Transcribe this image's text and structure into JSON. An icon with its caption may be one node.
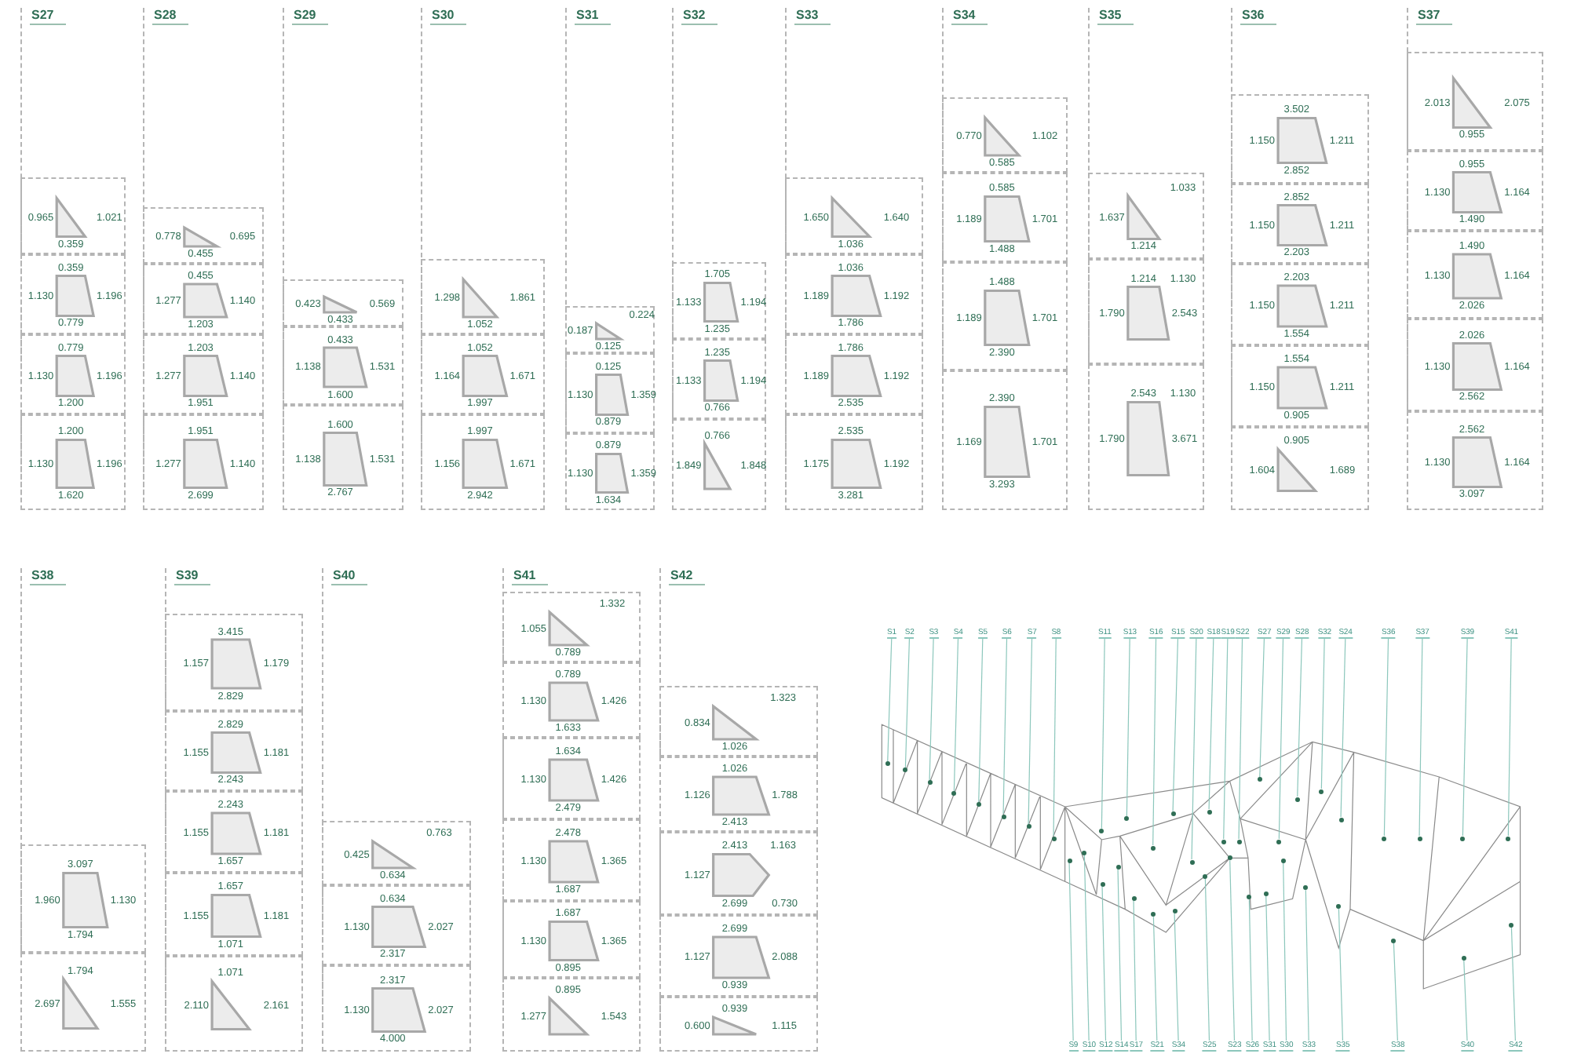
{
  "diagram": {
    "nodes": [
      {
        "text": [
          "S27"
        ]
      },
      {
        "text": [
          "0.965",
          "1.021",
          "0.359"
        ],
        "in": 0
      },
      {
        "text": [
          "0.359",
          "1.130",
          "1.196",
          "0.779"
        ],
        "in": 0
      },
      {
        "text": [
          "0.779",
          "1.130",
          "1.196",
          "1.200"
        ],
        "in": 0
      },
      {
        "text": [
          "1.200",
          "1.130",
          "1.196",
          "1.620"
        ],
        "in": 0
      },
      {
        "text": [
          "S28"
        ]
      },
      {
        "text": [
          "0.778",
          "0.695",
          "0.455"
        ],
        "in": 5
      },
      {
        "text": [
          "0.455",
          "1.277",
          "1.140",
          "1.203"
        ],
        "in": 5
      },
      {
        "text": [
          "1.203",
          "1.277",
          "1.140",
          "1.951"
        ],
        "in": 5
      },
      {
        "text": [
          "1.951",
          "1.277",
          "1.140",
          "2.699"
        ],
        "in": 5
      },
      {
        "text": [
          "S29"
        ]
      },
      {
        "text": [
          "0.423",
          "0.569",
          "0.433"
        ],
        "in": 10
      },
      {
        "text": [
          "1.138",
          "0.433",
          "1.531",
          "1.600"
        ],
        "in": 10
      },
      {
        "text": [
          "1.138",
          "1.600",
          "1.531",
          "2.767"
        ],
        "in": 10
      },
      {
        "text": [
          "S30"
        ]
      },
      {
        "text": [
          "1.298",
          "1.861",
          "1.052"
        ],
        "in": 14
      },
      {
        "text": [
          "1.052",
          "1.164",
          "1.671",
          "1.997"
        ],
        "in": 14
      },
      {
        "text": [
          "1.997",
          "1.156",
          "1.671",
          "2.942"
        ],
        "in": 14
      },
      {
        "text": [
          "S31"
        ]
      },
      {
        "text": [
          "0.224",
          "0.187",
          "0.125"
        ],
        "in": 18
      },
      {
        "text": [
          "0.125",
          "1.130",
          "1.359",
          "0.879"
        ],
        "in": 18
      },
      {
        "text": [
          "0.879",
          "1.130",
          "1.359",
          "1.634"
        ],
        "in": 18
      },
      {
        "text": [
          "S32"
        ]
      },
      {
        "text": [
          "1.705",
          "1.133",
          "1.194",
          "1.235"
        ],
        "in": 22
      },
      {
        "text": [
          "1.235",
          "1.133",
          "1.194",
          "0.766"
        ],
        "in": 22
      },
      {
        "text": [
          "0.766",
          "1.849",
          "1.848"
        ],
        "in": 22
      },
      {
        "text": [
          "S33"
        ]
      },
      {
        "text": [
          "1.650",
          "1.640",
          "1.036"
        ],
        "in": 26
      },
      {
        "text": [
          "1.189",
          "1.036",
          "1.192",
          "1.786"
        ],
        "in": 26
      },
      {
        "text": [
          "1.189",
          "1.786",
          "1.192",
          "2.535"
        ],
        "in": 26
      },
      {
        "text": [
          "1.175",
          "2.535",
          "1.192",
          "3.281"
        ],
        "in": 26
      },
      {
        "text": [
          "S34"
        ]
      },
      {
        "text": [
          "0.770",
          "1.102",
          "0.585"
        ],
        "in": 31
      },
      {
        "text": [
          "1.189",
          "0.585",
          "1.701",
          "1.488"
        ],
        "in": 31
      },
      {
        "text": [
          "1.189",
          "1.488",
          "1.701",
          "2.390"
        ],
        "in": 31
      },
      {
        "text": [
          "1.169",
          "2.390",
          "1.701",
          "3.293"
        ],
        "in": 31
      },
      {
        "text": [
          "S35"
        ]
      },
      {
        "text": [
          "1.033",
          "1.637",
          "1.214"
        ],
        "in": 36
      },
      {
        "text": [
          "1.214",
          "1.130",
          "1.790",
          "2.543"
        ],
        "in": 36
      },
      {
        "text": [
          "2.543",
          "1.130",
          "1.790",
          "3.671"
        ],
        "in": 36
      },
      {
        "text": [
          "S36"
        ]
      },
      {
        "text": [
          "3.502",
          "1.150",
          "1.211",
          "2.852"
        ],
        "in": 40
      },
      {
        "text": [
          "2.852",
          "1.150",
          "1.211",
          "2.203"
        ],
        "in": 40
      },
      {
        "text": [
          "2.203",
          "1.150",
          "1.211",
          "1.554"
        ],
        "in": 40
      },
      {
        "text": [
          "1.554",
          "1.150",
          "1.211",
          "0.905"
        ],
        "in": 40
      },
      {
        "text": [
          "0.905",
          "1.604",
          "1.689"
        ],
        "in": 40
      },
      {
        "text": [
          "S37"
        ]
      },
      {
        "text": [
          "2.013",
          "2.075",
          "0.955"
        ],
        "in": 46
      },
      {
        "text": [
          "1.130",
          "0.955",
          "1.164",
          "1.490"
        ],
        "in": 46
      },
      {
        "text": [
          "1.130",
          "1.490",
          "1.164",
          "2.026"
        ],
        "in": 46
      },
      {
        "text": [
          "1.130",
          "2.026",
          "1.164",
          "2.562"
        ],
        "in": 46
      },
      {
        "text": [
          "1.130",
          "2.562",
          "1.164",
          "3.097"
        ],
        "in": 46
      },
      {
        "text": [
          "S38"
        ]
      },
      {
        "text": [
          "3.097",
          "1.960",
          "1.130",
          "1.794"
        ],
        "in": 52
      },
      {
        "text": [
          "1.794",
          "2.697",
          "1.555"
        ],
        "in": 52
      },
      {
        "text": [
          "S39"
        ]
      },
      {
        "text": [
          "3.415",
          "1.157",
          "1.179",
          "2.829"
        ],
        "in": 55
      },
      {
        "text": [
          "2.829",
          "1.155",
          "1.181",
          "2.243"
        ],
        "in": 55
      },
      {
        "text": [
          "2.243",
          "1.155",
          "1.181",
          "1.657"
        ],
        "in": 55
      },
      {
        "text": [
          "1.657",
          "1.155",
          "1.181",
          "1.071"
        ],
        "in": 55
      },
      {
        "text": [
          "1.071",
          "2.110",
          "2.161"
        ],
        "in": 55
      },
      {
        "text": [
          "S40"
        ]
      },
      {
        "text": [
          "0.763",
          "0.425",
          "0.634"
        ],
        "in": 61
      },
      {
        "text": [
          "0.634",
          "2.027",
          "1.130",
          "2.317"
        ],
        "in": 61
      },
      {
        "text": [
          "2.317",
          "2.027",
          "1.130",
          "4.000"
        ],
        "in": 61
      },
      {
        "text": [
          "S41"
        ]
      },
      {
        "text": [
          "1.332",
          "1.055",
          "0.789"
        ],
        "in": 65
      },
      {
        "text": [
          "0.789",
          "1.130",
          "1.426",
          "1.633"
        ],
        "in": 65
      },
      {
        "text": [
          "1.634",
          "1.130",
          "1.426",
          "2.479"
        ],
        "in": 65
      },
      {
        "text": [
          "2.478",
          "1.130",
          "1.365",
          "1.687"
        ],
        "in": 65
      },
      {
        "text": [
          "1.687",
          "1.130",
          "1.365",
          "0.895"
        ],
        "in": 65
      },
      {
        "text": [
          "0.895",
          "1.277",
          "1.543"
        ],
        "in": 65
      },
      {
        "text": [
          "S42"
        ]
      },
      {
        "text": [
          "1.323",
          "0.834",
          "1.026"
        ],
        "in": 72
      },
      {
        "text": [
          "1.026",
          "1.126",
          "1.788",
          "2.413"
        ],
        "in": 72
      },
      {
        "text": [
          "2.413",
          "1.163",
          "1.127",
          "2.699",
          "0.730"
        ],
        "in": 72
      },
      {
        "text": [
          "2.699",
          "1.127",
          "2.088",
          "0.939"
        ],
        "in": 72
      },
      {
        "text": [
          "0.939",
          "0.600",
          "1.115"
        ],
        "in": 72
      },
      {
        "text": [
          "S1"
        ]
      },
      {
        "text": [
          "S2"
        ]
      },
      {
        "text": [
          "S3"
        ]
      },
      {
        "text": [
          "S4"
        ]
      },
      {
        "text": [
          "S5"
        ]
      },
      {
        "text": [
          "S6"
        ]
      },
      {
        "text": [
          "S7"
        ]
      },
      {
        "text": [
          "S8"
        ]
      },
      {
        "text": [
          "S11"
        ]
      },
      {
        "text": [
          "S13"
        ]
      },
      {
        "text": [
          "S16"
        ]
      },
      {
        "text": [
          "S15"
        ]
      },
      {
        "text": [
          "S20"
        ]
      },
      {
        "text": [
          "S18"
        ]
      },
      {
        "text": [
          "S19"
        ]
      },
      {
        "text": [
          "S22"
        ]
      },
      {
        "text": [
          "S27"
        ]
      },
      {
        "text": [
          "S29"
        ]
      },
      {
        "text": [
          "S28"
        ]
      },
      {
        "text": [
          "S32"
        ]
      },
      {
        "text": [
          "S24"
        ]
      },
      {
        "text": [
          "S36"
        ]
      },
      {
        "text": [
          "S37"
        ]
      },
      {
        "text": [
          "S39"
        ]
      },
      {
        "text": [
          "S41"
        ]
      },
      {
        "text": [],
        "shape": "circle"
      },
      {
        "text": [],
        "shape": "circle"
      },
      {
        "text": [],
        "shape": "circle"
      },
      {
        "text": [],
        "shape": "circle"
      },
      {
        "text": [],
        "shape": "circle"
      },
      {
        "text": [],
        "shape": "circle"
      },
      {
        "text": [],
        "shape": "circle"
      },
      {
        "text": [],
        "shape": "circle"
      },
      {
        "text": [],
        "shape": "circle"
      },
      {
        "text": [],
        "shape": "circle"
      },
      {
        "text": [],
        "shape": "circle"
      },
      {
        "text": [],
        "shape": "circle"
      },
      {
        "text": [],
        "shape": "circle"
      },
      {
        "text": [],
        "shape": "circle"
      },
      {
        "text": [],
        "shape": "circle"
      },
      {
        "text": [],
        "shape": "circle"
      },
      {
        "text": [],
        "shape": "circle"
      },
      {
        "text": [],
        "shape": "circle"
      },
      {
        "text": [],
        "shape": "circle"
      },
      {
        "text": [],
        "shape": "circle"
      },
      {
        "text": [],
        "shape": "circle"
      },
      {
        "text": [],
        "shape": "circle"
      },
      {
        "text": [],
        "shape": "circle"
      },
      {
        "text": [],
        "shape": "circle"
      },
      {
        "text": [],
        "shape": "circle"
      },
      {
        "text": [],
        "shape": "circle"
      },
      {
        "text": [],
        "shape": "circle"
      },
      {
        "text": [],
        "shape": "circle"
      },
      {
        "text": [],
        "shape": "circle"
      },
      {
        "text": [],
        "shape": "circle"
      },
      {
        "text": [],
        "shape": "circle"
      },
      {
        "text": [],
        "shape": "circle"
      },
      {
        "text": [],
        "shape": "circle"
      },
      {
        "text": [],
        "shape": "circle"
      },
      {
        "text": [],
        "shape": "circle"
      },
      {
        "text": [],
        "shape": "circle"
      },
      {
        "text": [],
        "shape": "circle"
      },
      {
        "text": [],
        "shape": "circle"
      },
      {
        "text": [],
        "shape": "circle"
      },
      {
        "text": [],
        "shape": "circle"
      },
      {
        "text": [],
        "shape": "circle"
      },
      {
        "text": [],
        "shape": "circle"
      },
      {
        "text": [
          "S9"
        ]
      },
      {
        "text": [
          "S10"
        ]
      },
      {
        "text": [
          "S12"
        ]
      },
      {
        "text": [
          "S14"
        ]
      },
      {
        "text": [
          "S17"
        ]
      },
      {
        "text": [
          "S21"
        ]
      },
      {
        "text": [
          "S34"
        ]
      },
      {
        "text": [
          "S25"
        ]
      },
      {
        "text": [
          "S23"
        ]
      },
      {
        "text": [
          "S26"
        ]
      },
      {
        "text": [
          "S31"
        ]
      },
      {
        "text": [
          "S30"
        ]
      },
      {
        "text": [
          "S33"
        ]
      },
      {
        "text": [
          "S35"
        ]
      },
      {
        "text": [
          "S38"
        ]
      },
      {
        "text": [
          "S40"
        ]
      },
      {
        "text": [
          "S42"
        ]
      }
    ],
    "edges": [
      {
        "from": 78,
        "to": 103,
        "arrow": "none"
      },
      {
        "from": 79,
        "to": 104,
        "arrow": "none"
      },
      {
        "from": 80,
        "to": 105,
        "arrow": "none"
      },
      {
        "from": 81,
        "to": 106,
        "arrow": "none"
      },
      {
        "from": 82,
        "to": 107,
        "arrow": "none"
      },
      {
        "from": 83,
        "to": 108,
        "arrow": "none"
      },
      {
        "from": 84,
        "to": 109,
        "arrow": "none"
      },
      {
        "from": 85,
        "to": 110,
        "arrow": "none"
      },
      {
        "from": 86,
        "to": 113,
        "arrow": "none"
      },
      {
        "from": 87,
        "to": 116,
        "arrow": "none"
      },
      {
        "from": 88,
        "to": 118,
        "arrow": "none"
      },
      {
        "from": 89,
        "to": 120,
        "arrow": "none"
      },
      {
        "from": 90,
        "to": 122,
        "arrow": "none"
      },
      {
        "from": 91,
        "to": 124,
        "arrow": "none"
      },
      {
        "from": 92,
        "to": 125,
        "arrow": "none"
      },
      {
        "from": 93,
        "to": 127,
        "arrow": "none"
      },
      {
        "from": 94,
        "to": 129,
        "arrow": "none"
      },
      {
        "from": 95,
        "to": 131,
        "arrow": "none"
      },
      {
        "from": 96,
        "to": 133,
        "arrow": "none"
      },
      {
        "from": 97,
        "to": 135,
        "arrow": "none"
      },
      {
        "from": 98,
        "to": 137,
        "arrow": "none"
      },
      {
        "from": 99,
        "to": 138,
        "arrow": "none"
      },
      {
        "from": 100,
        "to": 140,
        "arrow": "none"
      },
      {
        "from": 101,
        "to": 141,
        "arrow": "none"
      },
      {
        "from": 102,
        "to": 143,
        "arrow": "none"
      },
      {
        "from": 145,
        "to": 111,
        "arrow": "none"
      },
      {
        "from": 146,
        "to": 112,
        "arrow": "none"
      },
      {
        "from": 147,
        "to": 114,
        "arrow": "none"
      },
      {
        "from": 148,
        "to": 115,
        "arrow": "none"
      },
      {
        "from": 149,
        "to": 117,
        "arrow": "none"
      },
      {
        "from": 150,
        "to": 119,
        "arrow": "none"
      },
      {
        "from": 151,
        "to": 121,
        "arrow": "none"
      },
      {
        "from": 152,
        "to": 123,
        "arrow": "none"
      },
      {
        "from": 153,
        "to": 126,
        "arrow": "none"
      },
      {
        "from": 154,
        "to": 128,
        "arrow": "none"
      },
      {
        "from": 155,
        "to": 130,
        "arrow": "none"
      },
      {
        "from": 156,
        "to": 132,
        "arrow": "none"
      },
      {
        "from": 157,
        "to": 134,
        "arrow": "none"
      },
      {
        "from": 158,
        "to": 136,
        "arrow": "none"
      },
      {
        "from": 159,
        "to": 139,
        "arrow": "none"
      },
      {
        "from": 160,
        "to": 142,
        "arrow": "none"
      },
      {
        "from": 161,
        "to": 144,
        "arrow": "none"
      }
    ]
  }
}
